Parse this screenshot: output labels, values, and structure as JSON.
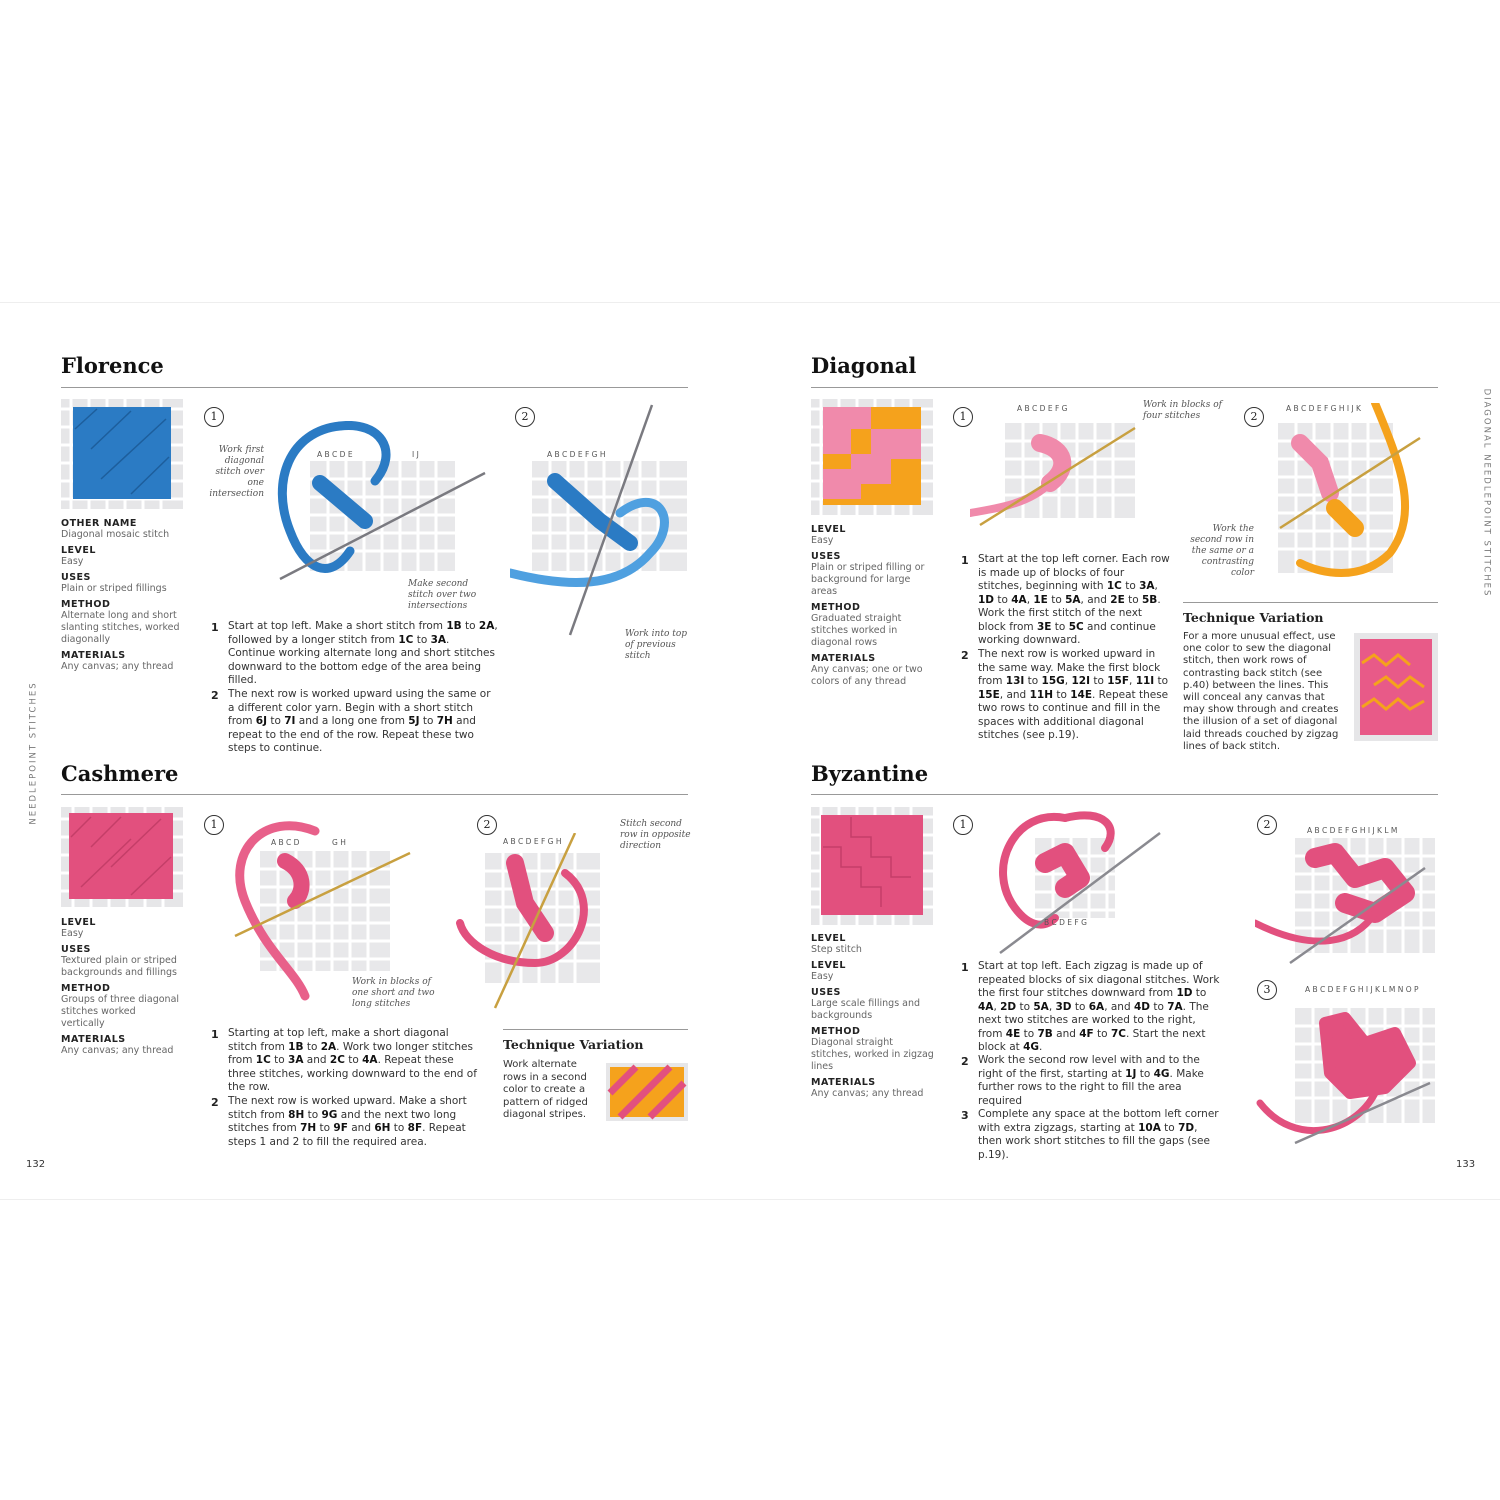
{
  "side_left": "NEEDLEPOINT STITCHES",
  "side_right": "DIAGONAL NEEDLEPOINT STITCHES",
  "page_left": "132",
  "page_right": "133",
  "colors": {
    "blue": "#2b7bc4",
    "pink": "#e2507e",
    "lightpink": "#f08aab",
    "orange": "#f5a21c",
    "mesh": "#e8e8ea"
  },
  "florence": {
    "title": "Florence",
    "k1": "OTHER NAME",
    "v1": "Diagonal mosaic stitch",
    "k2": "LEVEL",
    "v2": "Easy",
    "k3": "USES",
    "v3": "Plain or striped fillings",
    "k4": "METHOD",
    "v4": "Alternate long and short slanting stitches, worked diagonally",
    "k5": "MATERIALS",
    "v5": "Any canvas; any thread",
    "cap_a": "Work first diagonal stitch over one intersection",
    "cap_b": "Make second stitch over two intersections",
    "cap_c": "Work into top of previous stitch",
    "grid1_letters": "A B C D E",
    "grid1_letters2": "I J",
    "grid2_letters": "A B C D E F G H",
    "s1n": "1",
    "s2n": "2",
    "c1": "1",
    "c2": "2"
  },
  "cashmere": {
    "title": "Cashmere",
    "k1": "LEVEL",
    "v1": "Easy",
    "k2": "USES",
    "v2": "Textured plain or striped backgrounds and fillings",
    "k3": "METHOD",
    "v3": "Groups of three diagonal stitches worked vertically",
    "k4": "MATERIALS",
    "v4": "Any canvas; any thread",
    "cap_a": "Work in blocks of one short and two long stitches",
    "cap_b": "Stitch second row in opposite direction",
    "grid1_letters": "A B C D",
    "grid1_letters2": "G H",
    "grid2_letters": "A B C D E F G H",
    "tv_title": "Technique Variation",
    "tv_text": "Work alternate rows in a second color to create a pattern of ridged diagonal stripes.",
    "s1n": "1",
    "s2n": "2",
    "c1": "1",
    "c2": "2"
  },
  "diagonal": {
    "title": "Diagonal",
    "k1": "LEVEL",
    "v1": "Easy",
    "k2": "USES",
    "v2": "Plain or striped filling or background for large areas",
    "k3": "METHOD",
    "v3": "Graduated straight stitches worked in diagonal rows",
    "k4": "MATERIALS",
    "v4": "Any canvas; one or two colors of any thread",
    "cap_a": "Work in blocks of four stitches",
    "cap_b": "Work the second row in the same or a contrasting color",
    "grid1_letters": "A B C D E F G",
    "grid2_letters": "A B C D E F G H I J K",
    "tv_title": "Technique Variation",
    "tv_text": "For a more unusual effect, use one color to sew the diagonal stitch, then work rows of contrasting back stitch (see p.40) between the lines. This will conceal any canvas that may show through and creates the illusion of a set of diagonal laid threads couched by zigzag lines of back stitch.",
    "s1n": "1",
    "s2n": "2",
    "c1": "1",
    "c2": "2"
  },
  "byzantine": {
    "title": "Byzantine",
    "k1": "LEVEL",
    "v1": "Step stitch",
    "k2": "LEVEL",
    "v2": "Easy",
    "k3": "USES",
    "v3": "Large scale fillings and backgrounds",
    "k4": "METHOD",
    "v4": "Diagonal straight stitches, worked in zigzag lines",
    "k5": "MATERIALS",
    "v5": "Any canvas; any thread",
    "grid1_letters": "B C D E F G",
    "grid2_letters": "A B C D E F G H I J K L M",
    "grid3_letters": "A B C D E F G H I J K L M N O P",
    "s1n": "1",
    "s2n": "2",
    "s3n": "3",
    "c1": "1",
    "c2": "2",
    "c3": "3"
  }
}
